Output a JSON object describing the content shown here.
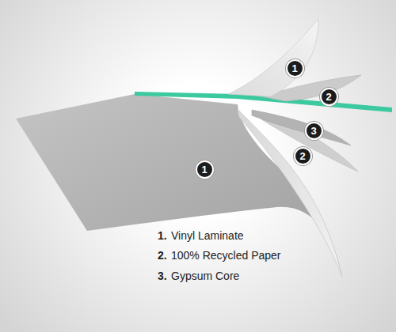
{
  "diagram": {
    "nodes": [
      {
        "text": [
          "1"
        ]
      },
      {
        "text": [
          "2"
        ]
      },
      {
        "text": [
          "3"
        ]
      },
      {
        "text": [
          "2"
        ]
      },
      {
        "text": [
          "1"
        ]
      }
    ],
    "labels": [
      "1.",
      "Vinyl Laminate",
      "2.",
      "100% Recycled Paper",
      "3.",
      "Gypsum Core"
    ]
  }
}
